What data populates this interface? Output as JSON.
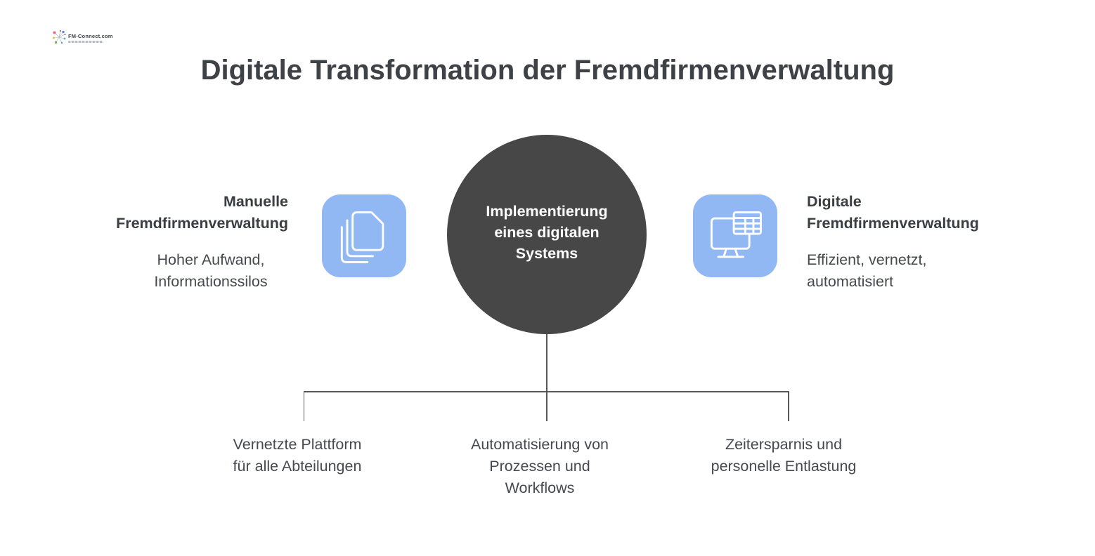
{
  "logo": {
    "brand": "FM-Connect.com",
    "icon": "starburst-network-icon"
  },
  "title": "Digitale Transformation der Fremdfirmenverwaltung",
  "center": {
    "label": "Implementierung\neines digitalen\nSystems",
    "circle_color": "#474747",
    "text_color": "#ffffff"
  },
  "left_item": {
    "heading": "Manuelle\nFremdfirmenverwaltung",
    "description": "Hoher Aufwand,\nInformationssilos",
    "icon": "stacked-documents-icon"
  },
  "right_item": {
    "heading": "Digitale\nFremdfirmenverwaltung",
    "description": "Effizient, vernetzt,\nautomatisiert",
    "icon": "monitor-spreadsheet-icon"
  },
  "outcomes": [
    {
      "label": "Vernetzte Plattform\nfür alle Abteilungen"
    },
    {
      "label": "Automatisierung von\nProzessen und\nWorkflows"
    },
    {
      "label": "Zeitersparnis und\npersonelle Entlastung"
    }
  ],
  "colors": {
    "accent_blue": "#92b8f4",
    "circle_gray": "#474747",
    "title_text": "#3e4247",
    "body_text": "#46494e",
    "connector_line": "#56585b",
    "background": "#ffffff"
  }
}
